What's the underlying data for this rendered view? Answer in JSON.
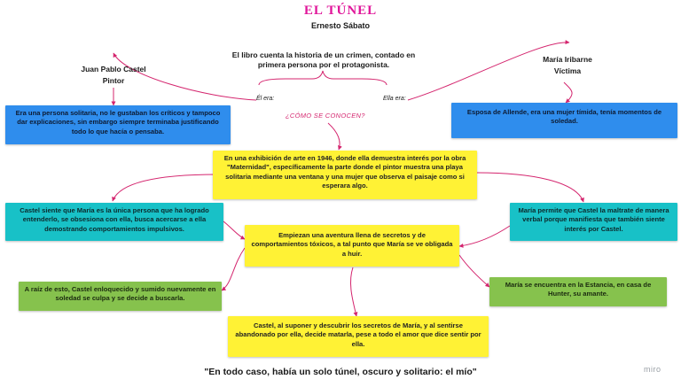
{
  "title": "EL TÚNEL",
  "author": "Ernesto Sábato",
  "summary": "El libro cuenta la historia de un crimen, contado en primera persona por el protagonista.",
  "left_character": {
    "name": "Juan Pablo Castel",
    "role": "Pintor",
    "tag": "Él era:"
  },
  "right_character": {
    "name": "María Iribarne",
    "role": "Víctima",
    "tag": "Ella era:"
  },
  "question": "¿CÓMO SE CONOCEN?",
  "boxes": {
    "castel_desc": "Era una persona solitaria, no le gustaban los críticos y tampoco dar explicaciones, sin embargo siempre terminaba justificando todo lo que hacía o pensaba.",
    "maria_desc": "Esposa de Allende, era una mujer tímida, tenía momentos de soledad.",
    "meeting": "En una exhibición de arte en 1946, donde ella demuestra interés por la obra \"Maternidad\", específicamente la parte donde el pintor muestra una playa solitaria mediante una ventana y una mujer que observa el paisaje como si esperara algo.",
    "castel_feels": "Castel siente que María es la única persona que ha logrado entenderlo, se obsesiona con ella, busca acercarse a ella demostrando comportamientos  impulsivos.",
    "maria_allows": "María permite que Castel la maltrate de manera verbal porque manifiesta que también siente interés por Castel.",
    "adventure": "Empiezan una aventura llena de secretos y de comportamientos tóxicos, a tal punto que María se ve obligada a huir.",
    "castel_seeks": "A raíz de esto, Castel enloquecido y sumido nuevamente en soledad se culpa y se decide a buscarla.",
    "maria_estancia": "María se encuentra en la Estancia, en casa de Hunter, su amante.",
    "ending": "Castel, al suponer y descubrir los secretos de María, y al sentirse abandonado por ella, decide matarla, pese a todo el amor que dice sentir por ella."
  },
  "quote": "\"En todo caso, había un solo túnel, oscuro y solitario: el mío\"",
  "brand": "miro",
  "colors": {
    "connector": "#d4256e",
    "title": "#e0169a",
    "blue": "#2f8ded",
    "yellow": "#fff235",
    "cyan": "#18c1c7",
    "green": "#86c24d"
  }
}
